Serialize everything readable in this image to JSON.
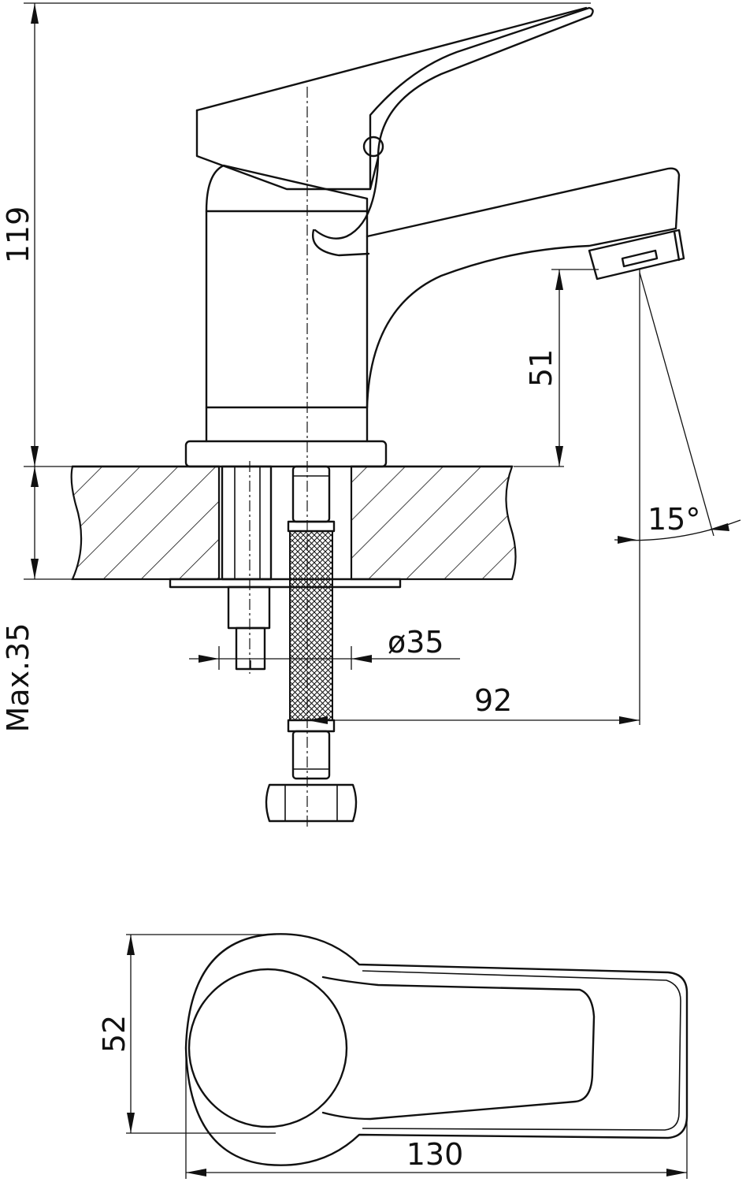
{
  "dimensions": {
    "height_total": "119",
    "spout_height": "51",
    "max_counter": "Max.35",
    "hole_diameter": "ø35",
    "spout_reach": "92",
    "angle": "15°",
    "base_width": "52",
    "total_length": "130"
  }
}
